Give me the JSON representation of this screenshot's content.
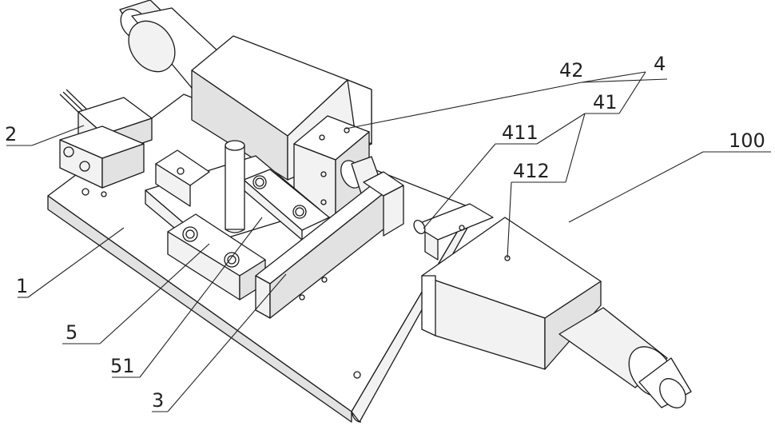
{
  "callouts": [
    {
      "id": "c42",
      "text": "42"
    },
    {
      "id": "c4",
      "text": "4"
    },
    {
      "id": "c41",
      "text": "41"
    },
    {
      "id": "c411",
      "text": "411"
    },
    {
      "id": "c412",
      "text": "412"
    },
    {
      "id": "c100",
      "text": "100"
    },
    {
      "id": "c2",
      "text": "2"
    },
    {
      "id": "c1",
      "text": "1"
    },
    {
      "id": "c5",
      "text": "5"
    },
    {
      "id": "c51",
      "text": "51"
    },
    {
      "id": "c3",
      "text": "3"
    }
  ]
}
